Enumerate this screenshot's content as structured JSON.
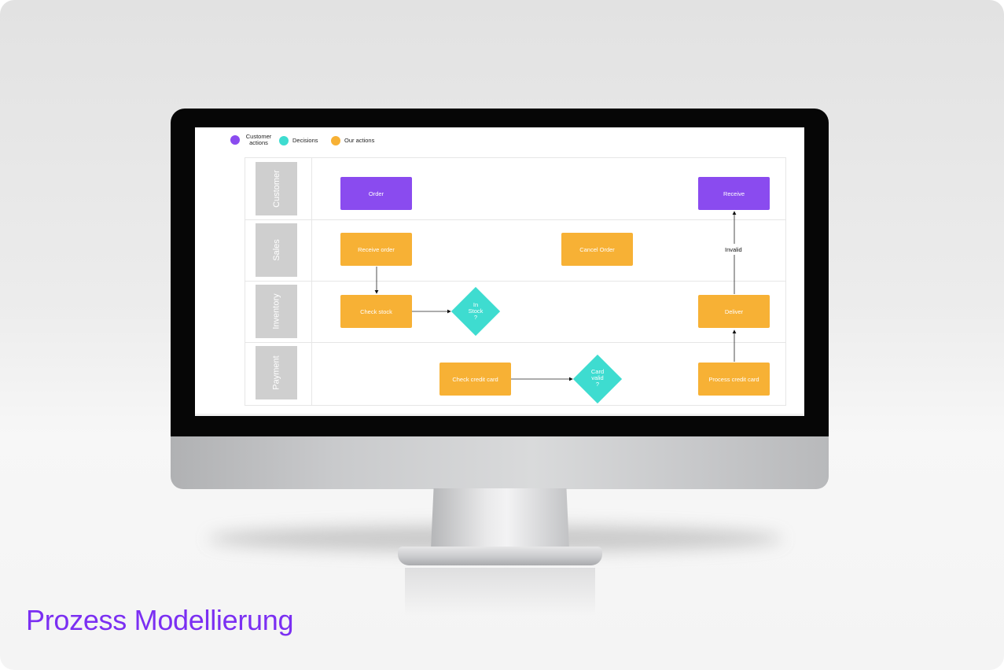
{
  "caption": "Prozess Modellierung",
  "colors": {
    "customer_actions": "#8a4bef",
    "decisions": "#3edcd0",
    "our_actions": "#f7b135",
    "caption": "#7b2ff2"
  },
  "legend": [
    {
      "label": "Customer actions",
      "color": "#8a4bef"
    },
    {
      "label": "Decisions",
      "color": "#3edcd0"
    },
    {
      "label": "Our actions",
      "color": "#f7b135"
    }
  ],
  "lanes": [
    "Customer",
    "Sales",
    "Inventory",
    "Payment"
  ],
  "nodes": {
    "order": "Order",
    "receive": "Receive",
    "receive_order": "Receive order",
    "cancel_order": "Cancel Order",
    "invalid": "Invalid",
    "check_stock": "Check stock",
    "deliver": "Deliver",
    "check_credit_card": "Check credit card",
    "process_credit_card": "Process credit card"
  },
  "decisions": {
    "in_stock": [
      "In",
      "Stock",
      "?"
    ],
    "card_valid": [
      "Card",
      "valid",
      "?"
    ]
  }
}
